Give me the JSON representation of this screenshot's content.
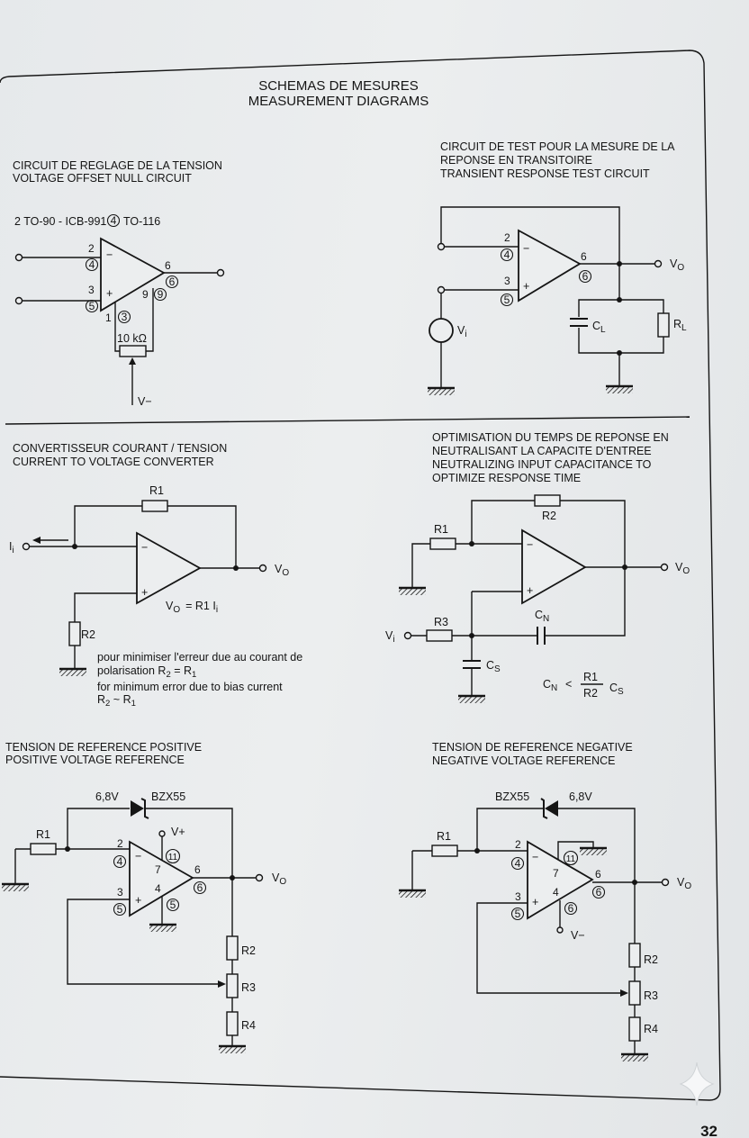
{
  "title": {
    "fr": "SCHEMAS DE MESURES",
    "en": "MEASUREMENT DIAGRAMS"
  },
  "page_number": "32",
  "d1": {
    "title_fr": "CIRCUIT DE REGLAGE DE LA TENSION",
    "title_en": "VOLTAGE OFFSET NULL CIRCUIT",
    "package_a": "2 TO-90 - ICB-991",
    "package_b_num": "4",
    "package_b": "TO-116",
    "pin2": "2",
    "pin2c": "4",
    "pin3": "3",
    "pin3c": "5",
    "pin6": "6",
    "pin6c": "6",
    "pin9": "9",
    "pin9c": "9",
    "pin1": "1",
    "pin1c": "3",
    "minus": "−",
    "plus": "+",
    "pot": "10 kΩ",
    "vneg": "V−"
  },
  "d2": {
    "title_1": "CIRCUIT DE TEST POUR LA MESURE DE LA",
    "title_2": "REPONSE EN TRANSITOIRE",
    "title_3": "TRANSIENT RESPONSE TEST CIRCUIT",
    "pin2": "2",
    "pin2c": "4",
    "pin3": "3",
    "pin3c": "5",
    "pin6": "6",
    "pin6c": "6",
    "minus": "−",
    "plus": "+",
    "vo": "V",
    "vo_sub": "O",
    "vi": "V",
    "vi_sub": "i",
    "cl": "C",
    "cl_sub": "L",
    "rl": "R",
    "rl_sub": "L"
  },
  "d3": {
    "title_fr": "CONVERTISSEUR COURANT / TENSION",
    "title_en": "CURRENT TO VOLTAGE CONVERTER",
    "r1": "R1",
    "r2": "R2",
    "ii": "I",
    "ii_sub": "i",
    "vo": "V",
    "vo_sub": "O",
    "eq_a": "V",
    "eq_b": "O",
    "eq_c": "= R1 I",
    "eq_d": "i",
    "minus": "−",
    "plus": "+",
    "note_fr_1": "pour minimiser l'erreur due au courant de",
    "note_fr_2a": "polarisation R",
    "note_fr_2b": "2",
    "note_fr_2c": " = R",
    "note_fr_2d": "1",
    "note_en_1": "for minimum error due to bias current",
    "note_en_2a": "R",
    "note_en_2b": "2",
    "note_en_2c": " ~ R",
    "note_en_2d": "1"
  },
  "d4": {
    "title_1": "OPTIMISATION DU TEMPS DE REPONSE EN",
    "title_2": "NEUTRALISANT LA CAPACITE D'ENTREE",
    "title_3": "NEUTRALIZING INPUT CAPACITANCE TO",
    "title_4": "OPTIMIZE RESPONSE TIME",
    "r1": "R1",
    "r2": "R2",
    "r3": "R3",
    "cn": "C",
    "cn_sub": "N",
    "cs": "C",
    "cs_sub": "S",
    "vi": "V",
    "vi_sub": "i",
    "vo": "V",
    "vo_sub": "O",
    "minus": "−",
    "plus": "+",
    "eq_cn": "C",
    "eq_cn_sub": "N",
    "eq_lt": "<",
    "eq_num": "R1",
    "eq_den": "R2",
    "eq_cs": "C",
    "eq_cs_sub": "S"
  },
  "d5": {
    "title_fr": "TENSION DE REFERENCE POSITIVE",
    "title_en": "POSITIVE VOLTAGE REFERENCE",
    "zv": "6,8V",
    "zener": "BZX55",
    "vplus": "V+",
    "r1": "R1",
    "r2": "R2",
    "r3": "R3",
    "r4": "R4",
    "pin2": "2",
    "pin2c": "4",
    "pin3": "3",
    "pin3c": "5",
    "pin7": "7",
    "pin4": "4",
    "pin6": "6",
    "pin6c": "6",
    "pin11c": "11",
    "pin5c": "5",
    "minus": "−",
    "plus": "+",
    "vo": "V",
    "vo_sub": "O"
  },
  "d6": {
    "title_fr": "TENSION DE REFERENCE NEGATIVE",
    "title_en": "NEGATIVE VOLTAGE REFERENCE",
    "zv": "6,8V",
    "zener": "BZX55",
    "vminus": "V−",
    "r1": "R1",
    "r2": "R2",
    "r3": "R3",
    "r4": "R4",
    "pin2": "2",
    "pin2c": "4",
    "pin3": "3",
    "pin3c": "5",
    "pin7": "7",
    "pin4": "4",
    "pin6": "6",
    "pin6c": "6",
    "pin11c": "11",
    "pin6bc": "6",
    "minus": "−",
    "plus": "+",
    "vo": "V",
    "vo_sub": "O"
  }
}
